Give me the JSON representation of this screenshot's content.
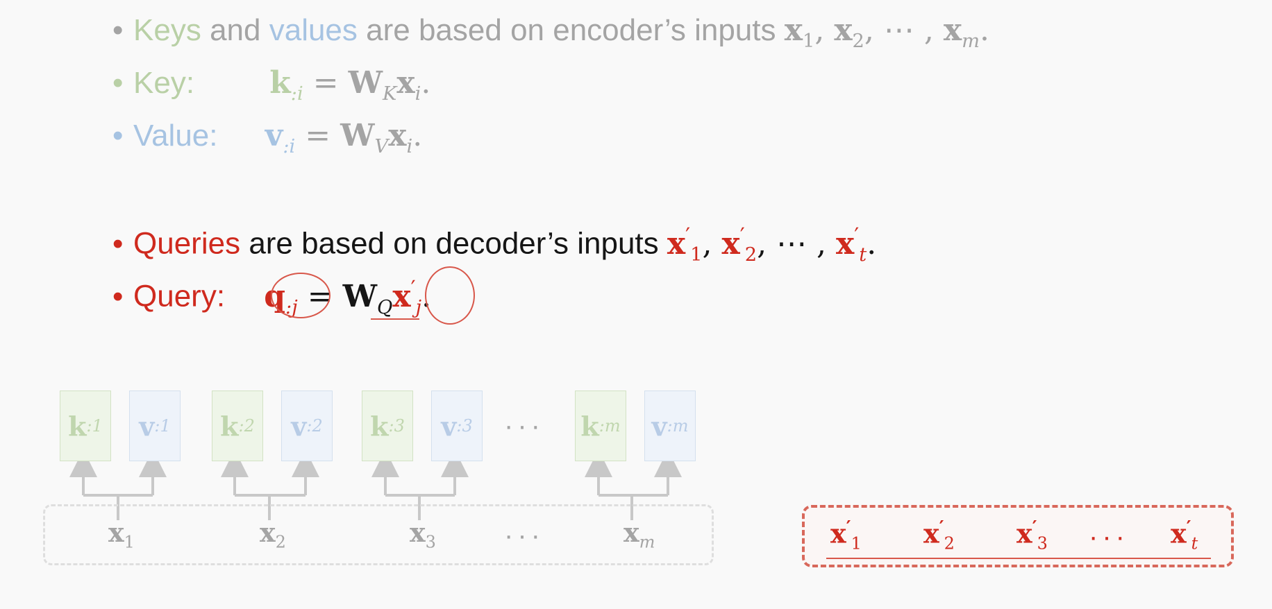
{
  "bullets": {
    "b1": {
      "bullet": "•",
      "keys_word": "Keys",
      "and": "and",
      "values_word": "values",
      "rest": "are based on encoder’s inputs",
      "math_x1": "x",
      "sub1": "1",
      "math_x2": "x",
      "sub2": "2",
      "dots": "⋯",
      "math_xm": "x",
      "subm": "m",
      "period": "."
    },
    "b2": {
      "bullet": "•",
      "label": "Key:",
      "lhs": "k",
      "lhs_sub": ":i",
      "eq": "=",
      "W": "W",
      "W_sub": "K",
      "x": "x",
      "x_sub": "i",
      "period": "."
    },
    "b3": {
      "bullet": "•",
      "label": "Value:",
      "lhs": "v",
      "lhs_sub": ":i",
      "eq": "=",
      "W": "W",
      "W_sub": "V",
      "x": "x",
      "x_sub": "i",
      "period": "."
    },
    "b4": {
      "bullet": "•",
      "queries_word": "Queries",
      "rest": "are based on decoder’s inputs",
      "x": "x",
      "prime": "′",
      "sub1": "1",
      "sub2": "2",
      "dots": "⋯",
      "subt": "t",
      "period": "."
    },
    "b5": {
      "bullet": "•",
      "label": "Query:",
      "lhs": "q",
      "lhs_sub": ":j",
      "eq": "=",
      "W": "W",
      "W_sub": "Q",
      "x": "x",
      "prime": "′",
      "x_sub": "j",
      "period": "."
    }
  },
  "encoder": {
    "pairs": [
      {
        "k": "k",
        "k_sub": ":1",
        "v": "v",
        "v_sub": ":1",
        "x": "x",
        "x_sub": "1"
      },
      {
        "k": "k",
        "k_sub": ":2",
        "v": "v",
        "v_sub": ":2",
        "x": "x",
        "x_sub": "2"
      },
      {
        "k": "k",
        "k_sub": ":3",
        "v": "v",
        "v_sub": ":3",
        "x": "x",
        "x_sub": "3"
      },
      {
        "k": "k",
        "k_sub": ":m",
        "v": "v",
        "v_sub": ":m",
        "x": "x",
        "x_sub": "m"
      }
    ],
    "ellipsis_top": "···",
    "ellipsis_bottom": "···"
  },
  "decoder": {
    "inputs": [
      {
        "x": "x",
        "prime": "′",
        "sub": "1"
      },
      {
        "x": "x",
        "prime": "′",
        "sub": "2"
      },
      {
        "x": "x",
        "prime": "′",
        "sub": "3"
      },
      {
        "x": "x",
        "prime": "′",
        "sub": "t"
      }
    ],
    "ellipsis": "···"
  },
  "colors": {
    "key": "#b9d0a6",
    "value": "#a6c3e2",
    "query": "#cf2a1e",
    "faded_text": "#a4a4a4",
    "pen": "#d8574a"
  }
}
